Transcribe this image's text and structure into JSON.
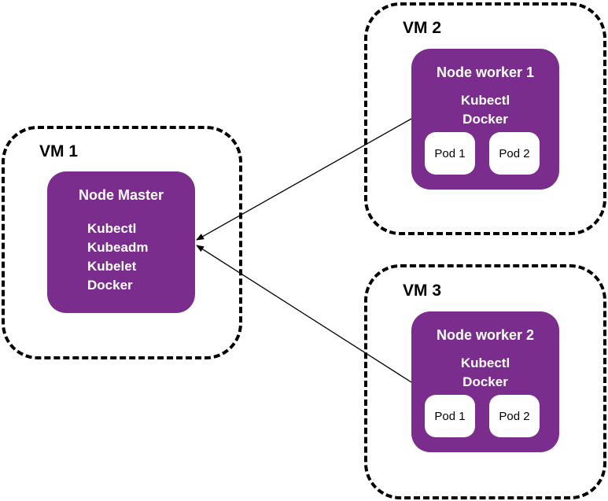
{
  "colors": {
    "node_fill": "#7b2d8d",
    "pod_fill": "#ffffff",
    "border": "#000000"
  },
  "vm1": {
    "label": "VM 1",
    "node": {
      "title": "Node Master",
      "tools": [
        "Kubectl",
        "Kubeadm",
        "Kubelet",
        "Docker"
      ]
    }
  },
  "vm2": {
    "label": "VM 2",
    "node": {
      "title": "Node worker 1",
      "tools": [
        "Kubectl",
        "Docker"
      ],
      "pods": [
        "Pod 1",
        "Pod 2"
      ]
    }
  },
  "vm3": {
    "label": "VM 3",
    "node": {
      "title": "Node worker 2",
      "tools": [
        "Kubectl",
        "Docker"
      ],
      "pods": [
        "Pod 1",
        "Pod 2"
      ]
    }
  }
}
